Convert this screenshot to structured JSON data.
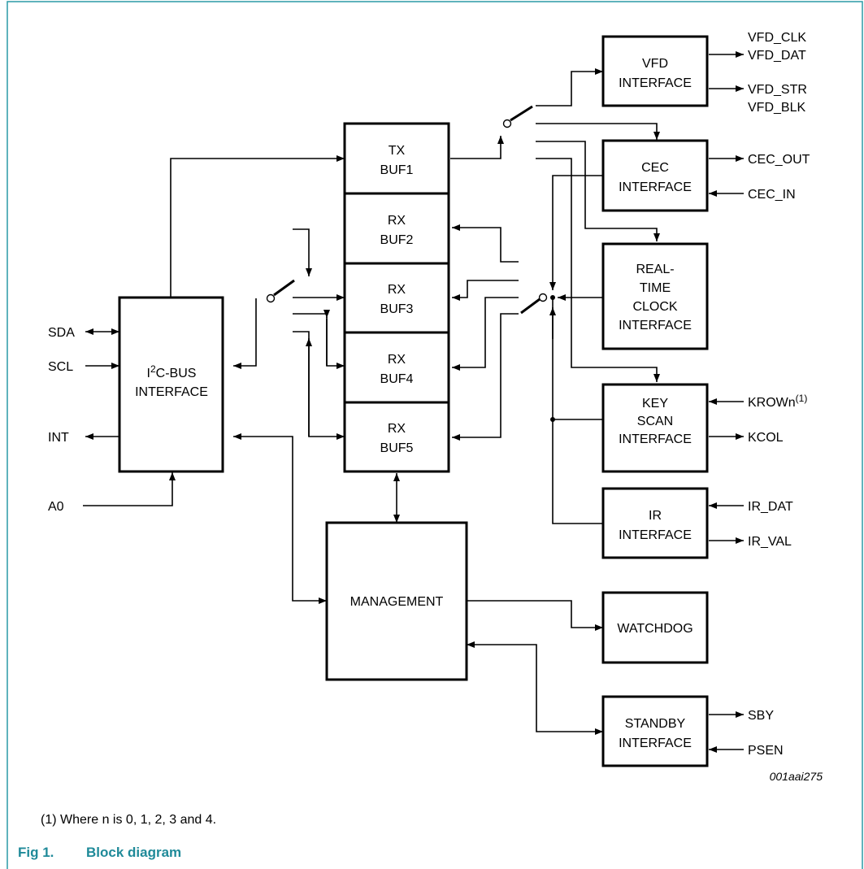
{
  "blocks": {
    "i2c": [
      "I2C-BUS",
      "INTERFACE"
    ],
    "tx_buf1": [
      "TX",
      "BUF1"
    ],
    "rx_buf2": [
      "RX",
      "BUF2"
    ],
    "rx_buf3": [
      "RX",
      "BUF3"
    ],
    "rx_buf4": [
      "RX",
      "BUF4"
    ],
    "rx_buf5": [
      "RX",
      "BUF5"
    ],
    "management": [
      "MANAGEMENT"
    ],
    "vfd": [
      "VFD",
      "INTERFACE"
    ],
    "cec": [
      "CEC",
      "INTERFACE"
    ],
    "rtc": [
      "REAL-",
      "TIME",
      "CLOCK",
      "INTERFACE"
    ],
    "keyscan": [
      "KEY",
      "SCAN",
      "INTERFACE"
    ],
    "ir": [
      "IR",
      "INTERFACE"
    ],
    "watchdog": [
      "WATCHDOG"
    ],
    "standby": [
      "STANDBY",
      "INTERFACE"
    ]
  },
  "signals": {
    "sda": "SDA",
    "scl": "SCL",
    "int": "INT",
    "a0": "A0",
    "vfd_clk": "VFD_CLK",
    "vfd_dat": "VFD_DAT",
    "vfd_str": "VFD_STR",
    "vfd_blk": "VFD_BLK",
    "cec_out": "CEC_OUT",
    "cec_in": "CEC_IN",
    "krown": "KROWn",
    "krown_note": "(1)",
    "kcol": "KCOL",
    "ir_dat": "IR_DAT",
    "ir_val": "IR_VAL",
    "sby": "SBY",
    "psen": "PSEN"
  },
  "reference_code": "001aai275",
  "footnote": "(1)   Where n is 0, 1, 2, 3 and 4.",
  "caption": {
    "number": "Fig 1.",
    "title": "Block diagram"
  }
}
